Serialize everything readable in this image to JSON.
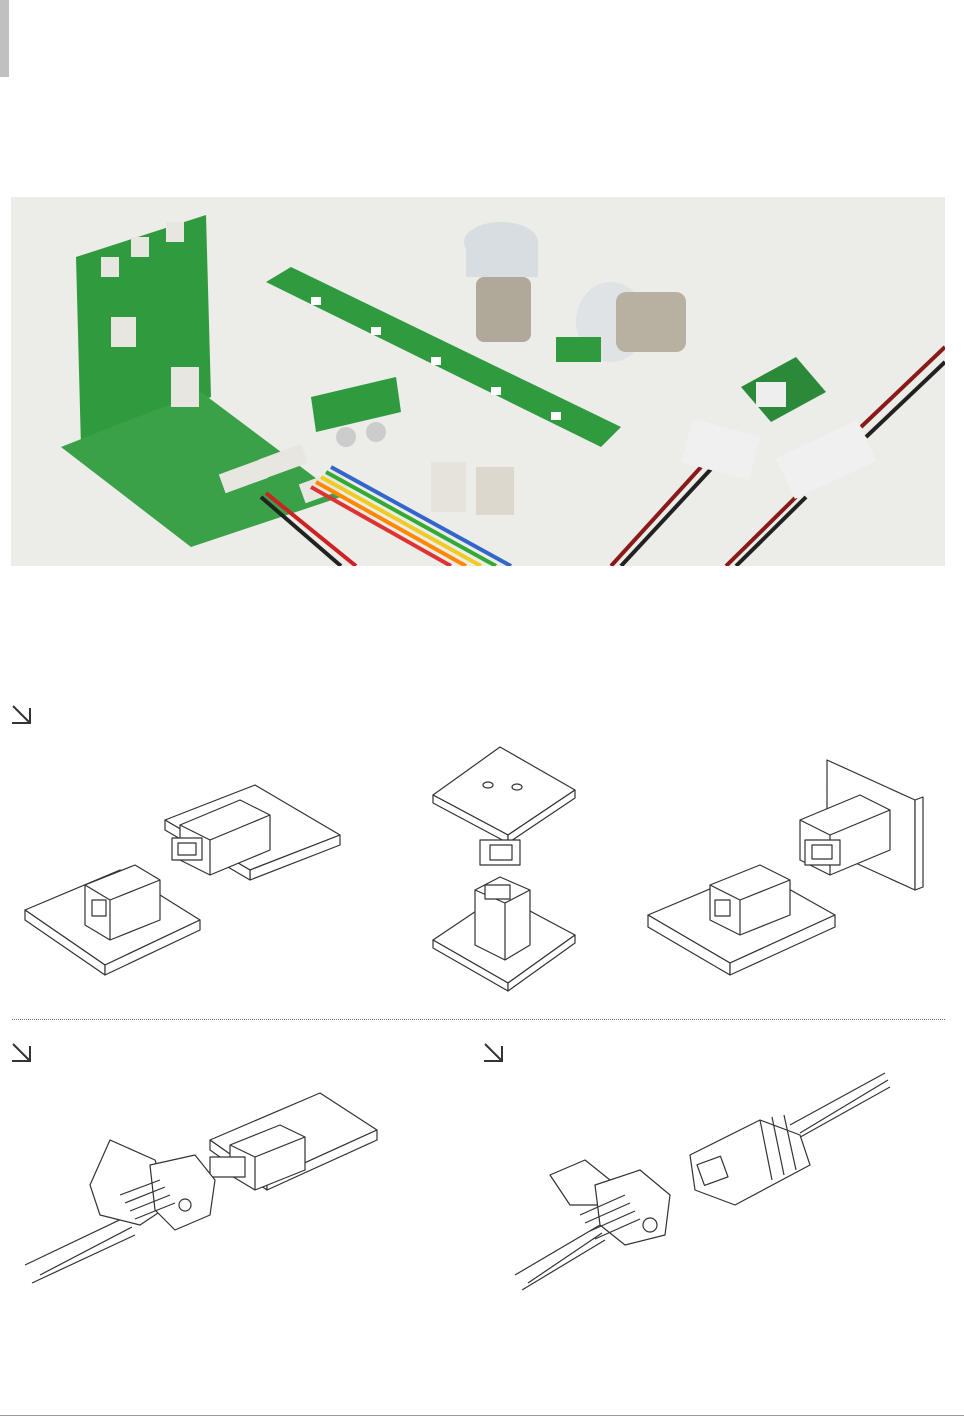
{
  "page": {
    "side_tab_color": "#c0c0c0",
    "photo_background": "#ecece8",
    "pcb_green": "#2f9a3e"
  },
  "icons": {
    "section_arrow_1": "arrow-down-right-icon",
    "section_arrow_2": "arrow-down-right-icon",
    "section_arrow_3": "arrow-down-right-icon"
  },
  "figures": [
    "board-to-board-side-mating",
    "board-to-board-vertical-mating",
    "board-to-panel-mating",
    "wire-to-board-mating",
    "wire-to-wire-mating"
  ]
}
